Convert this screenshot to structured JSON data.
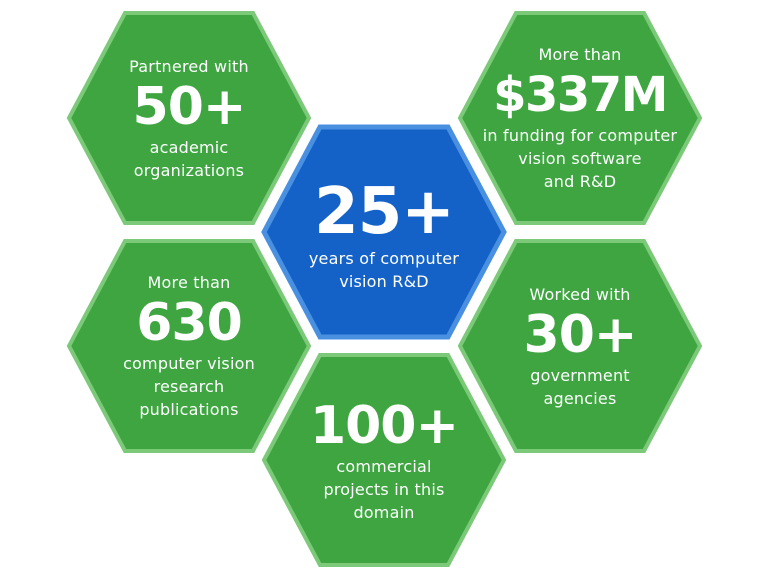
{
  "colors": {
    "green_fill": "#3ea541",
    "green_border": "#7dc97a",
    "blue_fill": "#1462c8",
    "blue_border": "#4a90e0",
    "text": "#ffffff"
  },
  "stats": {
    "academic": {
      "prefix": "Partnered with",
      "value": "50+",
      "suffix": [
        "academic",
        "organizations"
      ]
    },
    "funding": {
      "prefix": "More than",
      "value": "$337M",
      "suffix": [
        "in funding for computer",
        "vision software",
        "and R&D"
      ]
    },
    "years": {
      "value": "25+",
      "suffix": [
        "years of computer",
        "vision R&D"
      ]
    },
    "publications": {
      "prefix": "More than",
      "value": "630",
      "suffix": [
        "computer vision",
        "research",
        "publications"
      ]
    },
    "government": {
      "prefix": "Worked with",
      "value": "30+",
      "suffix": [
        "government",
        "agencies"
      ]
    },
    "commercial": {
      "value": "100+",
      "suffix": [
        "commercial",
        "projects in this",
        "domain"
      ]
    }
  }
}
